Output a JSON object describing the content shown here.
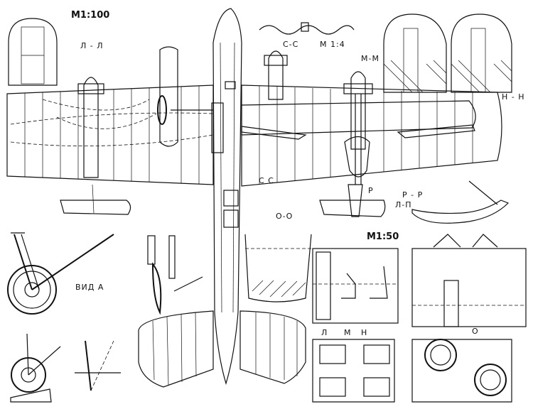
{
  "labels": {
    "scale_100": "M1:100",
    "scale_50": "M1:50",
    "scale_4": "M 1:4",
    "sec_ll": "Л - Л",
    "sec_cc_top": "С-С",
    "sec_mm": "М-М",
    "sec_nn": "Н - Н",
    "sec_cc_mid": "С   С",
    "sec_p": "Р",
    "sec_pp": "Р - Р",
    "sec_lp": "Л-П",
    "sec_oo": "О-О",
    "view_a": "ВИД А",
    "mark_l": "Л",
    "mark_m": "М",
    "mark_n": "Н",
    "mark_o": "О"
  }
}
